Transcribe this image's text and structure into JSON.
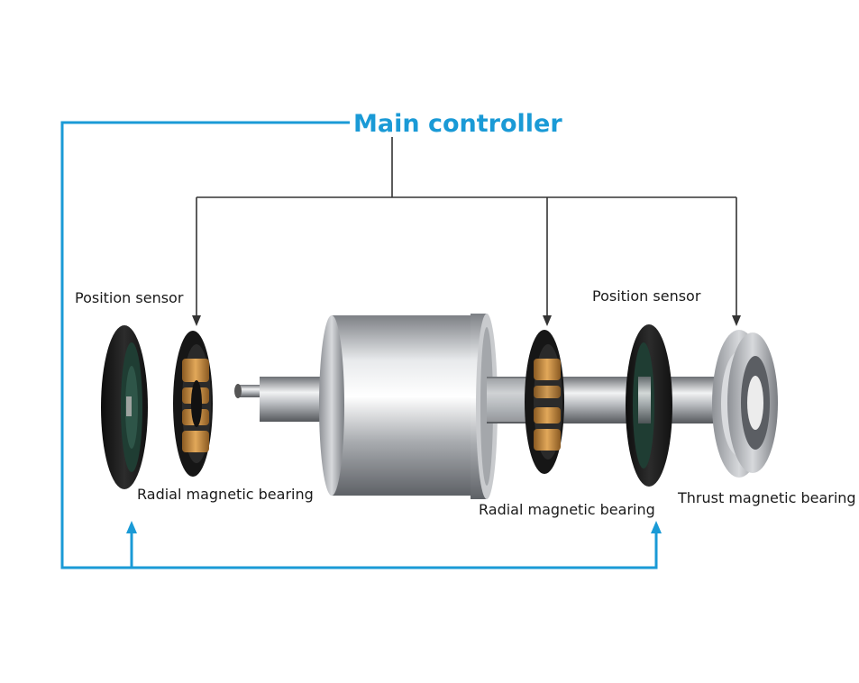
{
  "title": "Main controller",
  "labels": {
    "position_sensor_left": "Position sensor",
    "position_sensor_right": "Position sensor",
    "radial_bearing_left": "Radial magnetic bearing",
    "radial_bearing_right": "Radial magnetic bearing",
    "thrust_bearing": "Thrust magnetic bearing"
  },
  "colors": {
    "feedback_line": "#1a9ad6",
    "control_line": "#333333",
    "coil_copper": "#c98a3a",
    "dark_disc": "#1c1c1c",
    "steel": "#b9bcc0"
  }
}
